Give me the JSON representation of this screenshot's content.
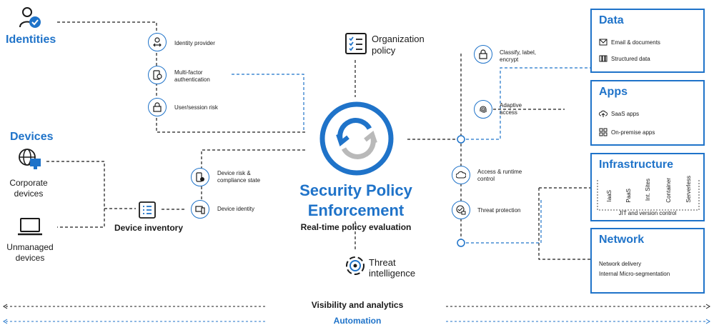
{
  "identities": {
    "title": "Identities",
    "items": [
      "Identity provider",
      "Multi-factor authentication",
      "User/session risk"
    ]
  },
  "devices": {
    "title": "Devices",
    "corporate": "Corporate devices",
    "unmanaged": "Unmanaged devices",
    "inventory": "Device inventory",
    "items": [
      "Device risk & compliance state",
      "Device identity"
    ]
  },
  "center": {
    "org_policy": "Organization policy",
    "title_line1": "Security Policy",
    "title_line2": "Enforcement",
    "subtitle": "Real-time policy evaluation",
    "threat": "Threat intelligence"
  },
  "controls": {
    "items": [
      "Classify, label, encrypt",
      "Adaptive access",
      "Access & runtime control",
      "Threat protection"
    ]
  },
  "panels": {
    "data": {
      "title": "Data",
      "rows": [
        "Email & documents",
        "Structured data"
      ]
    },
    "apps": {
      "title": "Apps",
      "rows": [
        "SaaS apps",
        "On-premise apps"
      ]
    },
    "infrastructure": {
      "title": "Infrastructure",
      "columns": [
        "IaaS",
        "PaaS",
        "Int. Sites",
        "Container",
        "Serverless"
      ],
      "footer": "JIT and version control"
    },
    "network": {
      "title": "Network",
      "rows": [
        "Network delivery",
        "Internal Micro-segmentation"
      ]
    }
  },
  "bottom": {
    "visibility": "Visibility and analytics",
    "automation": "Automation"
  },
  "colors": {
    "accent": "#1f73c9",
    "line": "#1a1a1a",
    "gray": "#b9b9b9"
  }
}
